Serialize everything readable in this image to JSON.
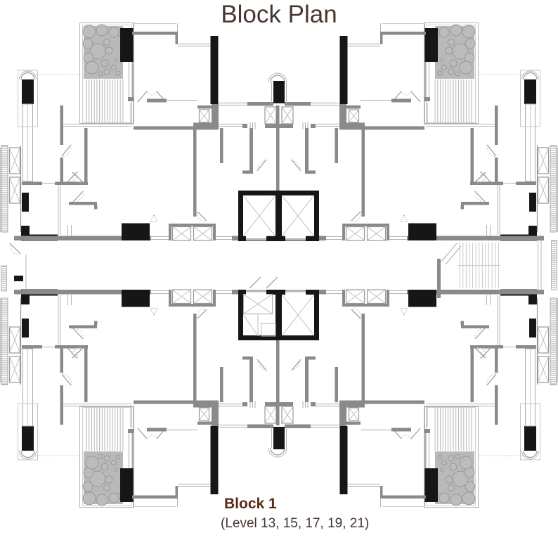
{
  "title": "Block Plan",
  "caption": {
    "block": "Block 1",
    "levels": "(Level 13, 15, 17, 19, 21)"
  },
  "colors": {
    "title": "#463931",
    "caption": "#5a2a1a",
    "levels": "#443630",
    "wall_black": "#161616",
    "wall_gray": "#8a8a8a",
    "planting_gray": "#b9b9b9"
  },
  "drawing": {
    "type": "architectural-floor-plan",
    "core": "two lift shafts with stair",
    "symmetry": "4-fold mirrored wings"
  }
}
